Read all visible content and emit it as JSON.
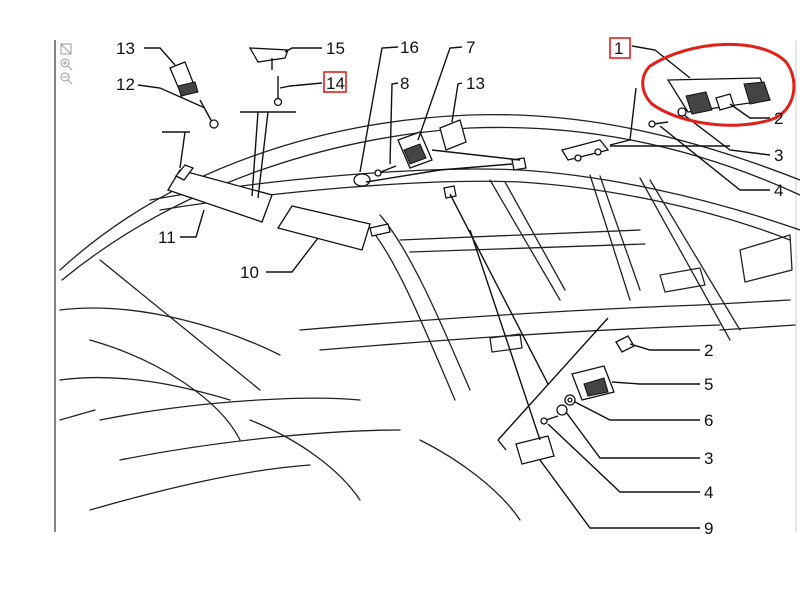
{
  "diagram": {
    "callouts": [
      {
        "id": "c13a",
        "text": "13",
        "highlighted": false
      },
      {
        "id": "c12",
        "text": "12",
        "highlighted": false
      },
      {
        "id": "c15",
        "text": "15",
        "highlighted": false
      },
      {
        "id": "c14",
        "text": "14",
        "highlighted": true
      },
      {
        "id": "c16",
        "text": "16",
        "highlighted": false
      },
      {
        "id": "c7",
        "text": "7",
        "highlighted": false
      },
      {
        "id": "c8",
        "text": "8",
        "highlighted": false
      },
      {
        "id": "c13b",
        "text": "13",
        "highlighted": false
      },
      {
        "id": "c1",
        "text": "1",
        "highlighted": true
      },
      {
        "id": "c2a",
        "text": "2",
        "highlighted": false
      },
      {
        "id": "c3a",
        "text": "3",
        "highlighted": false
      },
      {
        "id": "c4a",
        "text": "4",
        "highlighted": false
      },
      {
        "id": "c11",
        "text": "11",
        "highlighted": false
      },
      {
        "id": "c10",
        "text": "10",
        "highlighted": false
      },
      {
        "id": "c2b",
        "text": "2",
        "highlighted": false
      },
      {
        "id": "c5",
        "text": "5",
        "highlighted": false
      },
      {
        "id": "c6",
        "text": "6",
        "highlighted": false
      },
      {
        "id": "c3b",
        "text": "3",
        "highlighted": false
      },
      {
        "id": "c4b",
        "text": "4",
        "highlighted": false
      },
      {
        "id": "c9",
        "text": "9",
        "highlighted": false
      }
    ],
    "highlight_color": "#e0201b",
    "ink_color": "#111111",
    "icons": [
      "crop-icon",
      "zoom-in-icon",
      "zoom-out-icon"
    ]
  }
}
